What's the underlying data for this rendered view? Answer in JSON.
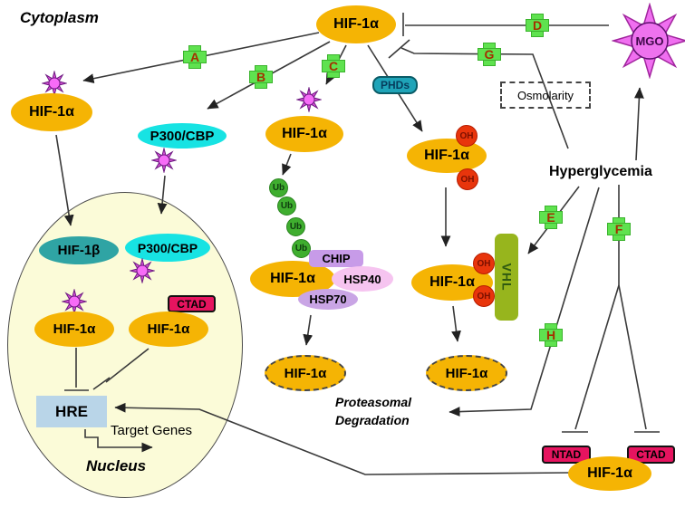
{
  "labels": {
    "cytoplasm": "Cytoplasm",
    "nucleus": "Nucleus",
    "hyperglycemia": "Hyperglycemia",
    "osmolarity": "Osmolarity",
    "target_genes": "Target Genes",
    "proteasomal_line1": "Proteasomal",
    "proteasomal_line2": "Degradation"
  },
  "molecules": {
    "hif1a": "HIF-1α",
    "hif1b": "HIF-1β",
    "p300cbp": "P300/CBP",
    "phds": "PHDs",
    "ub": "Ub",
    "oh": "OH",
    "vhl": "VHL",
    "chip": "CHIP",
    "hsp40": "HSP40",
    "hsp70": "HSP70",
    "hre": "HRE",
    "ntad": "NTAD",
    "ctad": "CTAD",
    "mgo": "MGO"
  },
  "pathways": {
    "a": "A",
    "b": "B",
    "c": "C",
    "d": "D",
    "e": "E",
    "f": "F",
    "g": "G",
    "h": "H"
  },
  "colors": {
    "hif1a_fill": "#F5B404",
    "hif1b_fill": "#2FA4A4",
    "p300_fill": "#17E3E3",
    "phds_fill": "#1FA4B8",
    "ub_fill": "#3FAE2F",
    "oh_fill": "#E8350C",
    "vhl_fill": "#97B51D",
    "chip_fill": "#C79BE8",
    "hsp40_fill": "#F6C4F0",
    "hsp70_fill": "#C9A5E5",
    "hre_fill": "#B9D5E8",
    "tad_fill": "#E6145F",
    "cross_fill": "#5FE24F",
    "cross_letter": "#A33000",
    "star_fill": "#F76BF7",
    "mgo_fill": "#F06FF0",
    "nucleus_fill": "#FBFBD8"
  }
}
